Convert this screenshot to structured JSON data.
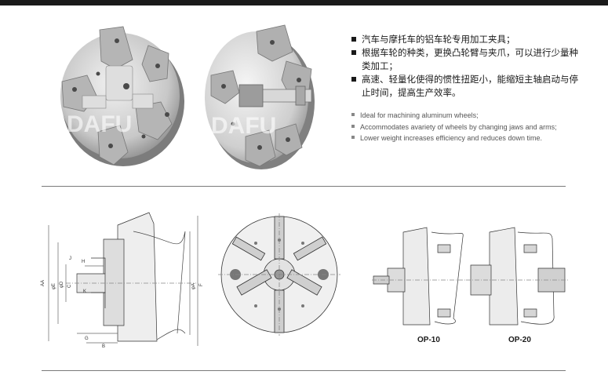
{
  "features": {
    "zh": [
      "汽车与摩托车的铝车轮专用加工夹具；",
      "根据车轮的种类，更换凸轮臂与夹爪，可以进行少量种类加工；",
      "高速、轻量化使得的惯性扭距小，能缩短主轴启动与停止时间，提高生产效率。"
    ],
    "en": [
      "Ideal for machining aluminum wheels;",
      "Accommodates avariety of wheels by changing jaws and arms;",
      "Lower weight increases efficiency and reduces down time."
    ]
  },
  "watermark": "DAFU",
  "captions": {
    "op10": "OP-10",
    "op20": "OP-20"
  },
  "dimension_labels": {
    "h": "H",
    "j": "J",
    "k": "K",
    "g": "G",
    "b": "B",
    "c": "C",
    "d": "φD",
    "e": "φE",
    "a": "φA",
    "f": "F",
    "aa": "AA"
  },
  "icons": {
    "bullet": "square-bullet"
  }
}
